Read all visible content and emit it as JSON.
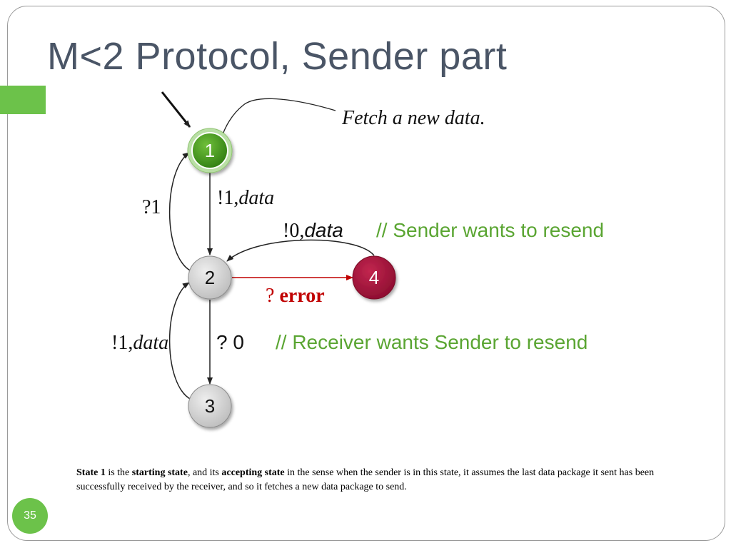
{
  "slide": {
    "title": "M<2 Protocol, Sender part",
    "page_number": "35",
    "colors": {
      "accent": "#6cc24a",
      "title": "#4a5566",
      "comment": "#5aa532",
      "error": "#c00000",
      "state1": "#3f8f1a",
      "state4": "#a8133c",
      "state_gray": "#cfcfcf"
    }
  },
  "diagram": {
    "states": [
      {
        "id": "1",
        "label": "1",
        "role": "starting/accepting state"
      },
      {
        "id": "2",
        "label": "2"
      },
      {
        "id": "3",
        "label": "3"
      },
      {
        "id": "4",
        "label": "4"
      }
    ],
    "transitions": [
      {
        "from": "1",
        "to": "2",
        "label_main": "!1,",
        "label_italic": "data"
      },
      {
        "from": "2",
        "to": "1",
        "label_main": "?1"
      },
      {
        "from": "2",
        "to": "4",
        "label_main": "?",
        "label_bold": "error"
      },
      {
        "from": "4",
        "to": "2",
        "label_main": "!0,",
        "label_italic": "data",
        "comment": "// Sender wants to resend"
      },
      {
        "from": "2",
        "to": "3",
        "label_main": "? 0",
        "comment": "//  Receiver wants Sender to resend"
      },
      {
        "from": "3",
        "to": "2",
        "label_main": "!1,",
        "label_italic": "data"
      }
    ],
    "annotation": "Fetch a new data."
  },
  "caption": {
    "s1_bold": "State 1",
    "s2": " is the ",
    "s3_bold": "starting state",
    "s4": ", and its ",
    "s5_bold": "accepting state",
    "s6": " in the sense when the sender is in this state, it assumes the last data package it sent has been successfully received by the receiver, and so it fetches a new data package to send."
  }
}
